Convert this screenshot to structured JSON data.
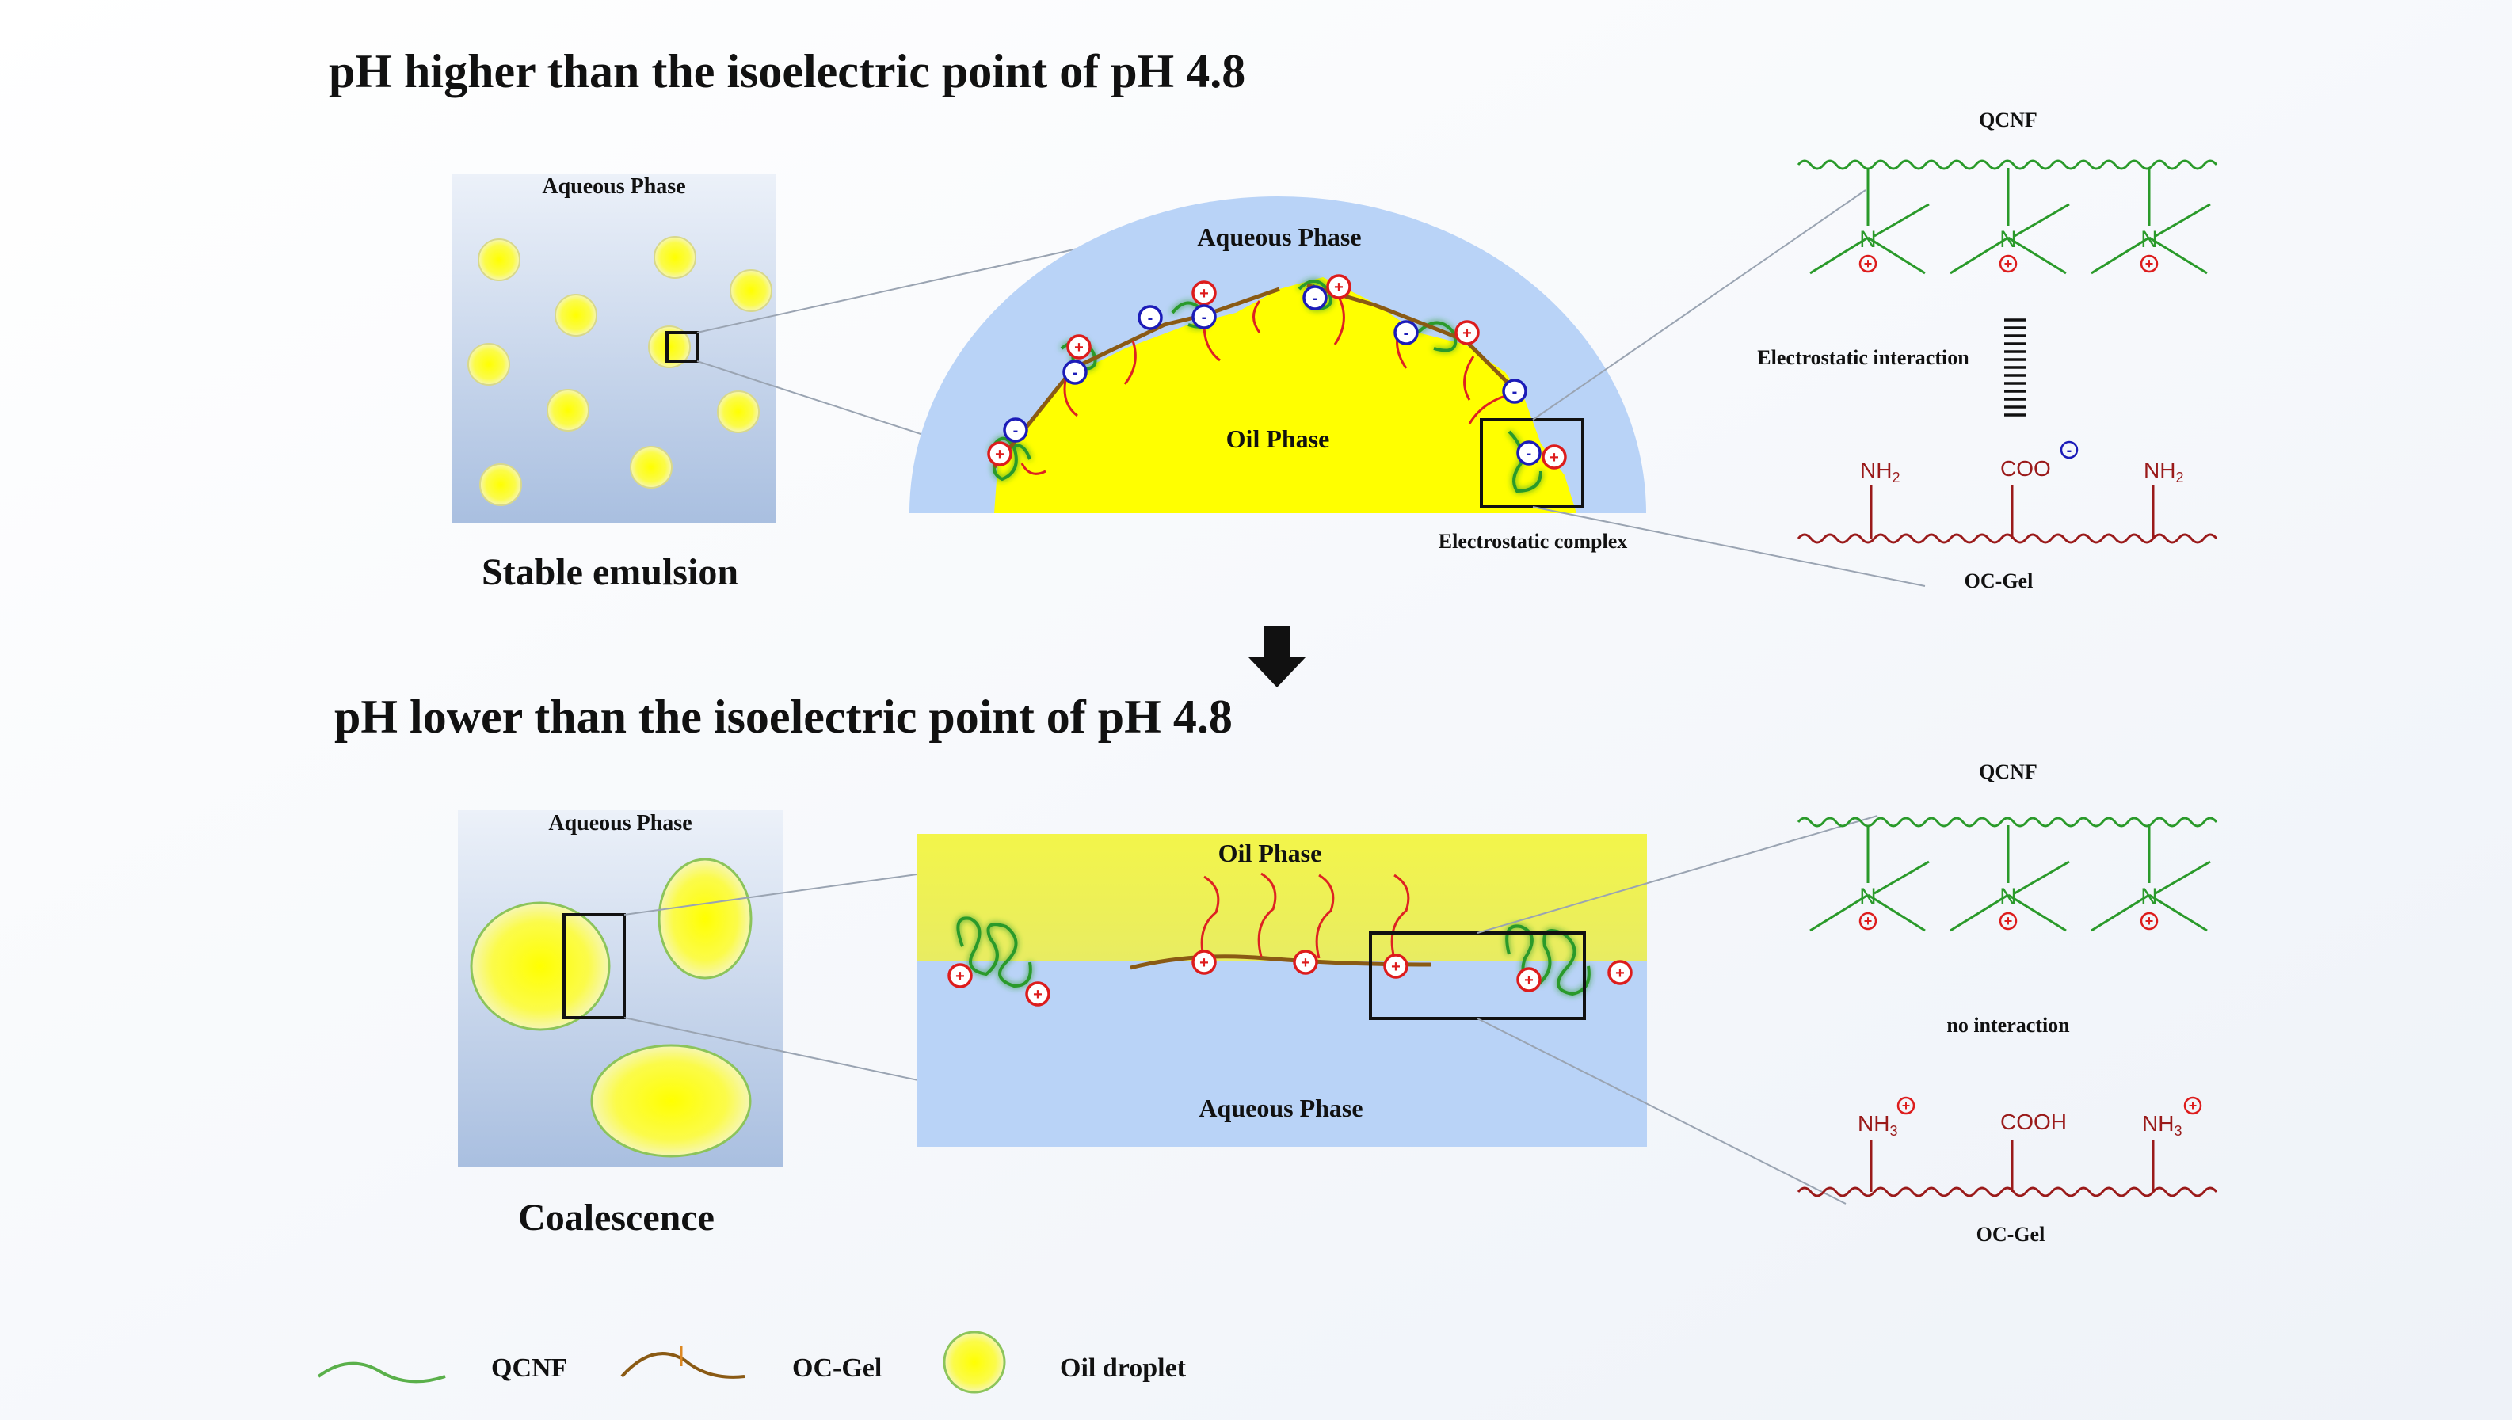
{
  "top": {
    "title": "pH higher than the isoelectric point of pH 4.8",
    "box_label": "Aqueous Phase",
    "caption": "Stable emulsion",
    "zoom_aqueous": "Aqueous Phase",
    "zoom_oil": "Oil Phase",
    "complex_label": "Electrostatic complex",
    "chem_top_label": "QCNF",
    "interaction": "Electrostatic interaction",
    "chem_bottom_label": "OC-Gel",
    "amine_left": "NH",
    "amine_left_sub": "2",
    "carboxyl": "COO",
    "amine_right": "NH",
    "amine_right_sub": "2",
    "nitrogen": "N"
  },
  "bottom": {
    "title": "pH lower than the isoelectric point of pH 4.8",
    "box_label": "Aqueous Phase",
    "caption": "Coalescence",
    "zoom_oil": "Oil Phase",
    "zoom_aqueous": "Aqueous Phase",
    "chem_top_label": "QCNF",
    "interaction": "no interaction",
    "chem_bottom_label": "OC-Gel",
    "amine_left": "NH",
    "amine_left_sub": "3",
    "carboxyl": "COOH",
    "amine_right": "NH",
    "amine_right_sub": "3",
    "nitrogen": "N"
  },
  "legend": {
    "qcnf": "QCNF",
    "ocgel": "OC-Gel",
    "droplet": "Oil droplet"
  },
  "symbols": {
    "plus": "+",
    "minus": "-"
  },
  "colors": {
    "qcnf": "#2a9a2a",
    "ocgel": "#9a1a1a",
    "oil": "#ffff00",
    "aqueous": "#b9d3f7",
    "positive": "#dd1c1c",
    "negative": "#1c1cb8"
  }
}
